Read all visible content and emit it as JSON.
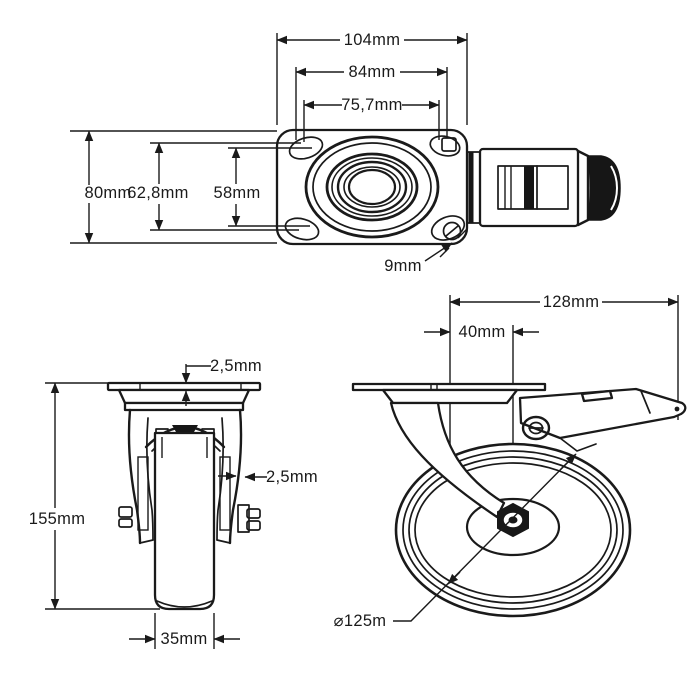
{
  "drawing": {
    "type": "caster-wheel-technical-drawing",
    "background_color": "#ffffff",
    "line_color": "#1a1a1a",
    "dark_fill_color": "#161616",
    "labels": {
      "plate_width": "104mm",
      "hole_spacing_width": "84mm",
      "hole_inner_width": "75,7mm",
      "plate_depth": "80mm",
      "hole_spacing_depth": "62,8mm",
      "hole_inner_depth": "58mm",
      "bolt_hole_diameter": "9mm",
      "plate_thickness": "2,5mm",
      "fork_thickness": "2,5mm",
      "total_height": "155mm",
      "wheel_width": "35mm",
      "total_length": "128mm",
      "swivel_offset": "40mm",
      "wheel_diameter": "⌀125m"
    }
  }
}
